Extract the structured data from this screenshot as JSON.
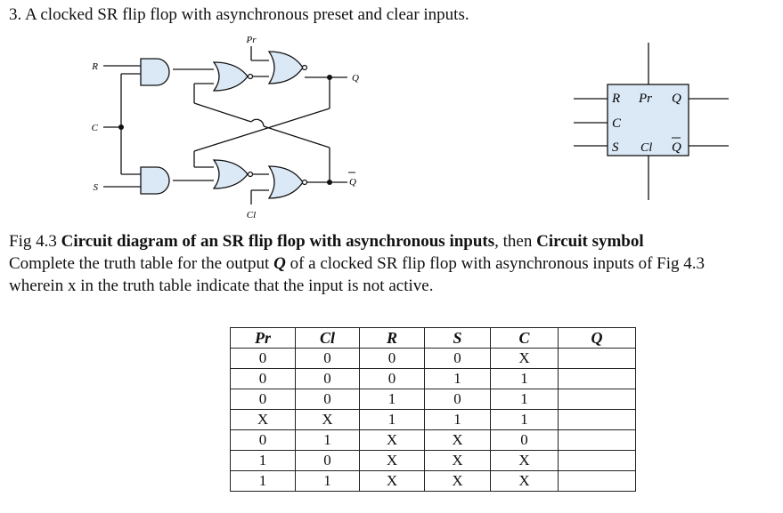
{
  "heading": "3.  A clocked SR flip flop with asynchronous preset and clear inputs.",
  "circuit_labels": {
    "pr": "Pr",
    "r": "R",
    "c": "C",
    "s": "S",
    "cl": "Cl",
    "q": "Q",
    "q_bar": "Q"
  },
  "symbol_labels": {
    "r": "R",
    "pr": "Pr",
    "q": "Q",
    "c": "C",
    "s": "S",
    "cl": "Cl",
    "q_bar": "Q"
  },
  "caption": {
    "line1_fig": "Fig 4.3 ",
    "line1_bold": "Circuit diagram of an SR flip flop with asynchronous inputs",
    "line1_mid": ", then ",
    "line1_bold2": "Circuit symbol",
    "line2_a": "Complete the truth table for the output ",
    "line2_q": "Q",
    "line2_b": " of a clocked SR flip flop with asynchronous inputs of Fig 4.3",
    "line3": "wherein x in the truth table indicate that the input is not active."
  },
  "truth_table": {
    "headers": [
      "Pr",
      "Cl",
      "R",
      "S",
      "C",
      "Q"
    ],
    "rows": [
      [
        "0",
        "0",
        "0",
        "0",
        "X",
        ""
      ],
      [
        "0",
        "0",
        "0",
        "1",
        "1",
        ""
      ],
      [
        "0",
        "0",
        "1",
        "0",
        "1",
        ""
      ],
      [
        "X",
        "X",
        "1",
        "1",
        "1",
        ""
      ],
      [
        "0",
        "1",
        "X",
        "X",
        "0",
        ""
      ],
      [
        "1",
        "0",
        "X",
        "X",
        "X",
        ""
      ],
      [
        "1",
        "1",
        "X",
        "X",
        "X",
        ""
      ]
    ]
  },
  "colors": {
    "gate_fill": "#dbe9f7",
    "line": "#111111"
  }
}
